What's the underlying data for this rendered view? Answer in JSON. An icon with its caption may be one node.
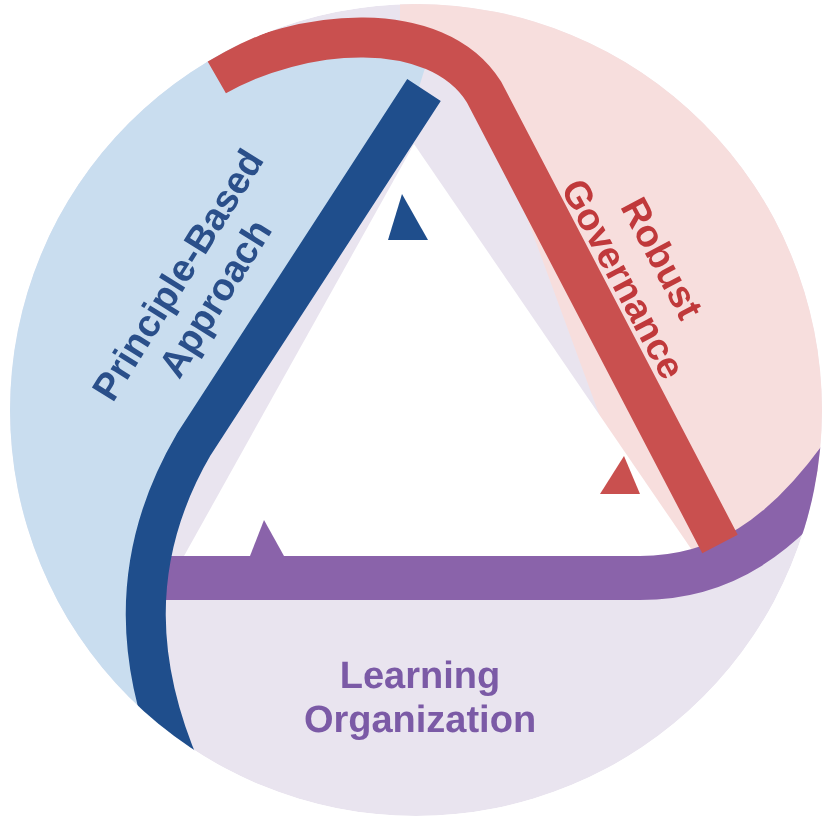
{
  "diagram": {
    "nodes": [
      {
        "text": [
          "Principle-Based Approach"
        ]
      },
      {
        "text": [
          "Robust Governance"
        ]
      },
      {
        "text": [
          "Learning Organization"
        ]
      }
    ]
  }
}
